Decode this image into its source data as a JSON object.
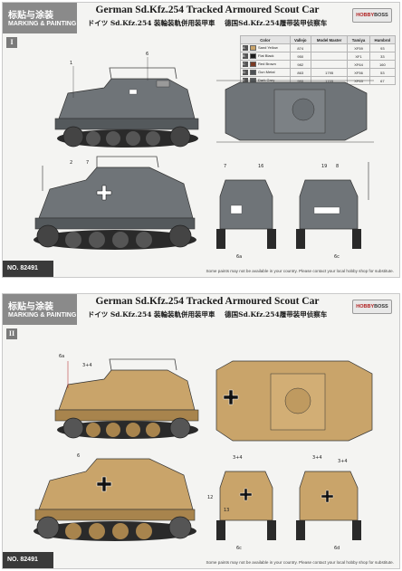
{
  "header": {
    "zh_label": "标贴与涂装",
    "en_label": "MARKING & PAINTING",
    "title": "German Sd.Kfz.254 Tracked Armoured Scout Car",
    "subtitle_jp": "ドイツ Sd.Kfz.254 装輪装軌併用装甲車",
    "subtitle_zh": "德国Sd.Kfz.254履带装甲侦察车",
    "logo_text": "HOBBY BOSS"
  },
  "colors": {
    "grey": "#6f7478",
    "grey_dark": "#54595c",
    "sand": "#c9a46a",
    "sand_dark": "#a8844d",
    "black": "#1d1d1d",
    "red": "#b01e1e"
  },
  "color_table": {
    "headers": [
      "Color",
      "Vallejo",
      "Model Master",
      "Tamiya",
      "Humbrol"
    ],
    "rows": [
      {
        "index": "A",
        "name": "Sand Yellow",
        "swatch": "#c9a46a",
        "vallejo": "874",
        "model_master": "",
        "tamiya": "XF59",
        "humbrol": "93"
      },
      {
        "index": "B",
        "name": "Flat Black",
        "swatch": "#1d1d1d",
        "vallejo": "950",
        "model_master": "",
        "tamiya": "XF1",
        "humbrol": "33"
      },
      {
        "index": "C",
        "name": "Red Brown",
        "swatch": "#7a3a24",
        "vallejo": "982",
        "model_master": "",
        "tamiya": "XF64",
        "humbrol": "160"
      },
      {
        "index": "D",
        "name": "Gun Metal",
        "swatch": "#4e5155",
        "vallejo": "863",
        "model_master": "1795",
        "tamiya": "XF56",
        "humbrol": "53"
      },
      {
        "index": "E",
        "name": "Dark Grey",
        "swatch": "#54595c",
        "vallejo": "995",
        "model_master": "1705",
        "tamiya": "XF63",
        "humbrol": "67"
      }
    ]
  },
  "sheets": [
    {
      "roman": "I",
      "part_no": "NO. 82491",
      "disclaimer": "Some paints may not be available in your country. Please contact your local hobby shop for substitute."
    },
    {
      "roman": "II",
      "part_no": "NO. 82491",
      "disclaimer": "Some paints may not be available in your country. Please contact your local hobby shop for substitute."
    }
  ],
  "callouts": {
    "sheet1": [
      "1",
      "6",
      "7",
      "2",
      "7",
      "16",
      "19",
      "8",
      "6a",
      "6c"
    ],
    "sheet2": [
      "3+4",
      "6a",
      "6",
      "3+4",
      "3+4",
      "13",
      "12",
      "3+4",
      "6c",
      "6d"
    ]
  }
}
